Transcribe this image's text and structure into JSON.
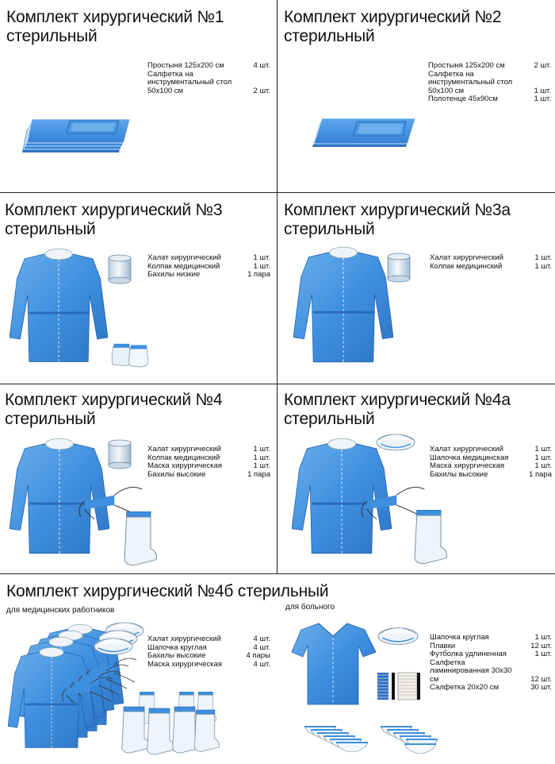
{
  "panels": [
    {
      "title_line1": "Комплект хирургический №1",
      "title_line2": "стерильный",
      "items": [
        {
          "name": "Простыня 125х200 см",
          "qty": "4 шт."
        },
        {
          "name": "Салфетка на инструментальный стол 50х100 см",
          "qty": "2 шт."
        }
      ]
    },
    {
      "title_line1": "Комплект хирургический №2",
      "title_line2": "стерильный",
      "items": [
        {
          "name": "Простыня 125х200 см",
          "qty": "2 шт."
        },
        {
          "name": "Салфетка на инструментальный стол 50х100 см",
          "qty": "1 шт."
        },
        {
          "name": "Полотенце 45х90см",
          "qty": "1 шт."
        }
      ]
    },
    {
      "title_line1": "Комплект хирургический №3",
      "title_line2": "стерильный",
      "items": [
        {
          "name": "Халат хирургический",
          "qty": "1 шт."
        },
        {
          "name": "Колпак медицинский",
          "qty": "1 шт."
        },
        {
          "name": "Бахилы низкие",
          "qty": "1 пара"
        }
      ]
    },
    {
      "title_line1": "Комплект хирургический №3а",
      "title_line2": "стерильный",
      "items": [
        {
          "name": "Халат хирургический",
          "qty": "1 шт."
        },
        {
          "name": "Колпак медицинский",
          "qty": "1 шт."
        }
      ]
    },
    {
      "title_line1": "Комплект хирургический №4",
      "title_line2": "стерильный",
      "items": [
        {
          "name": "Халат хирургический",
          "qty": "1 шт."
        },
        {
          "name": "Колпак медицинский",
          "qty": "1 шт."
        },
        {
          "name": "Маска хирургическая",
          "qty": "1 шт."
        },
        {
          "name": "Бахилы высокие",
          "qty": "1 пара"
        }
      ]
    },
    {
      "title_line1": "Комплект хирургический №4а",
      "title_line2": "стерильный",
      "items": [
        {
          "name": "Халат хирургический",
          "qty": "1 шт."
        },
        {
          "name": "Шапочка медицинская",
          "qty": "1 шт."
        },
        {
          "name": "Маска хирургическая",
          "qty": "1 шт."
        },
        {
          "name": "Бахилы высокие",
          "qty": "1 пара"
        }
      ]
    }
  ],
  "bottom": {
    "title": "Комплект хирургический №4б стерильный",
    "staff_label": "для медицинских работников",
    "patient_label": "для больного",
    "staff_items": [
      {
        "name": "Халат хирургический",
        "qty": "4 шт."
      },
      {
        "name": "Шапочка круглая",
        "qty": "4 шт."
      },
      {
        "name": "Бахилы высокие",
        "qty": "4 пары"
      },
      {
        "name": "Маска хирургическая",
        "qty": "4 шт."
      }
    ],
    "patient_items": [
      {
        "name": "Шапочка круглая",
        "qty": "1 шт."
      },
      {
        "name": "Плавки",
        "qty": "12 шт."
      },
      {
        "name": "Футболка удлиненная",
        "qty": "1 шт."
      },
      {
        "name": "Салфетка ламинированная 30х30 см",
        "qty": "12 шт."
      },
      {
        "name": "Салфетка 20х20 см",
        "qty": "30 шт."
      }
    ]
  },
  "colors": {
    "fabric": "#3f8fe0",
    "fabric_dark": "#2a6fc0",
    "fabric_light": "#7ab8f0",
    "cap": "#c8dcec"
  }
}
